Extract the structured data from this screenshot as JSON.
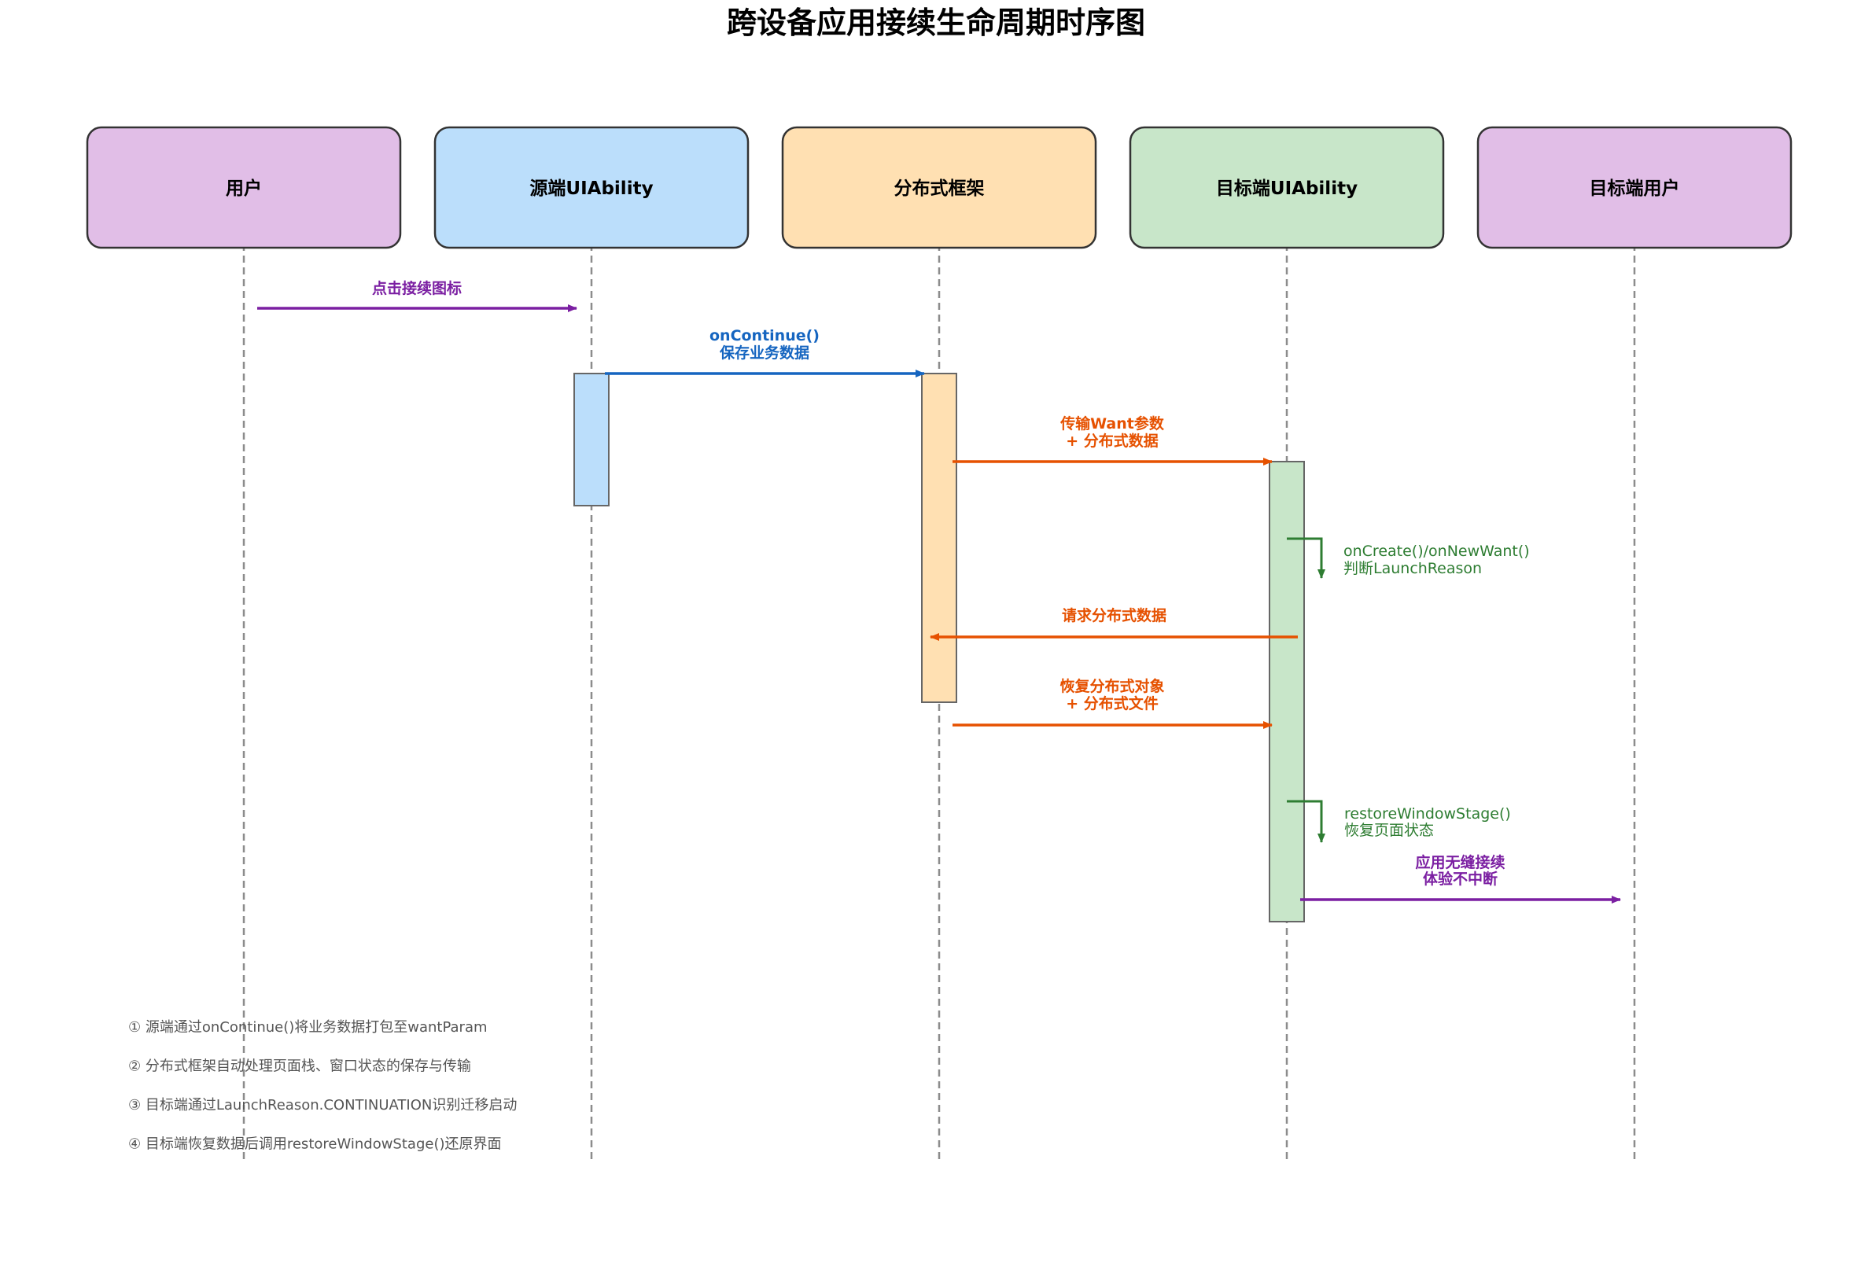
{
  "title": "跨设备应用接续生命周期时序图",
  "colors": {
    "purple": "#7B1FA2",
    "blue": "#1565C0",
    "orange": "#E65100",
    "green": "#2E7D32",
    "lifeline": "#8c8c8c",
    "box_border": "#333333"
  },
  "actors": [
    {
      "id": "user",
      "label": "用户",
      "fill": "#E1BEE7"
    },
    {
      "id": "source",
      "label": "源端UIAbility",
      "fill": "#BBDEFB"
    },
    {
      "id": "framework",
      "label": "分布式框架",
      "fill": "#FFE0B2"
    },
    {
      "id": "target",
      "label": "目标端UIAbility",
      "fill": "#C8E6C9"
    },
    {
      "id": "target_user",
      "label": "目标端用户",
      "fill": "#E1BEE7"
    }
  ],
  "messages": [
    {
      "id": "msg-tap-icon",
      "from": "user",
      "to": "source",
      "lines": [
        "点击接续图标"
      ],
      "color": "purple"
    },
    {
      "id": "msg-oncontinue",
      "from": "source",
      "to": "framework",
      "lines": [
        "onContinue()",
        "保存业务数据"
      ],
      "color": "blue"
    },
    {
      "id": "msg-transfer-want",
      "from": "framework",
      "to": "target",
      "lines": [
        "传输Want参数",
        "+ 分布式数据"
      ],
      "color": "orange"
    },
    {
      "id": "msg-request-data",
      "from": "target",
      "to": "framework",
      "lines": [
        "请求分布式数据"
      ],
      "color": "orange"
    },
    {
      "id": "msg-restore-objects",
      "from": "framework",
      "to": "target",
      "lines": [
        "恢复分布式对象",
        "+ 分布式文件"
      ],
      "color": "orange"
    },
    {
      "id": "msg-seamless",
      "from": "target",
      "to": "target_user",
      "lines": [
        "应用无缝接续",
        "体验不中断"
      ],
      "color": "purple"
    }
  ],
  "self_messages": [
    {
      "id": "self-oncreate",
      "actor": "target",
      "lines": [
        "onCreate()/onNewWant()",
        "判断LaunchReason"
      ],
      "color": "green"
    },
    {
      "id": "self-restore-window",
      "actor": "target",
      "lines": [
        "restoreWindowStage()",
        "恢复页面状态"
      ],
      "color": "green"
    }
  ],
  "activations": [
    {
      "id": "activation-source",
      "actor": "source"
    },
    {
      "id": "activation-framework",
      "actor": "framework"
    },
    {
      "id": "activation-target",
      "actor": "target"
    }
  ],
  "notes": [
    "① 源端通过onContinue()将业务数据打包至wantParam",
    "② 分布式框架自动处理页面栈、窗口状态的保存与传输",
    "③ 目标端通过LaunchReason.CONTINUATION识别迁移启动",
    "④ 目标端恢复数据后调用restoreWindowStage()还原界面"
  ]
}
